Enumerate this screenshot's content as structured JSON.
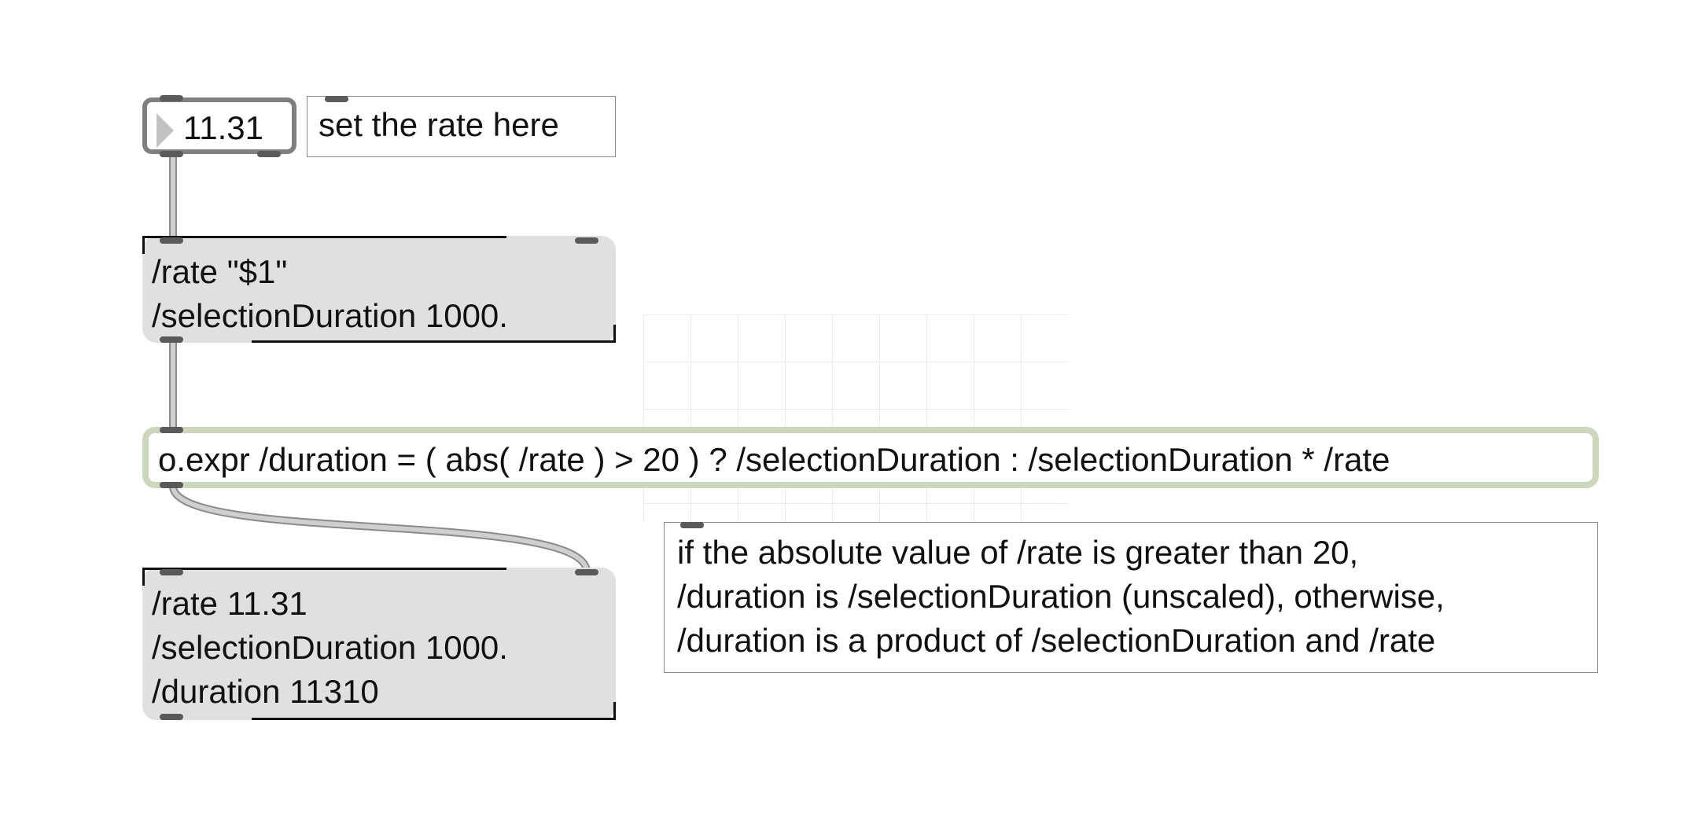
{
  "number_box": {
    "value": "11.31"
  },
  "comment_rate": {
    "text": "set the rate here"
  },
  "message_input": {
    "lines": [
      "/rate \"$1\"",
      "/selectionDuration 1000."
    ]
  },
  "expr_object": {
    "text": "o.expr /duration = ( abs( /rate ) > 20 ) ? /selectionDuration : /selectionDuration * /rate"
  },
  "message_output": {
    "lines": [
      "/rate 11.31",
      "/selectionDuration 1000.",
      "/duration 11310"
    ]
  },
  "comment_explain": {
    "lines": [
      "if the absolute value of /rate is greater than 20,",
      "/duration is /selectionDuration (unscaled), otherwise,",
      "/duration is a product of /selectionDuration and /rate"
    ]
  },
  "colors": {
    "background": "#ffffff",
    "message_fill": "#e0e0e0",
    "expr_border": "#ccd7bd",
    "numbox_border": "#7f7f7f",
    "port": "#5a5a5a",
    "cable": "#c8c8c8"
  }
}
